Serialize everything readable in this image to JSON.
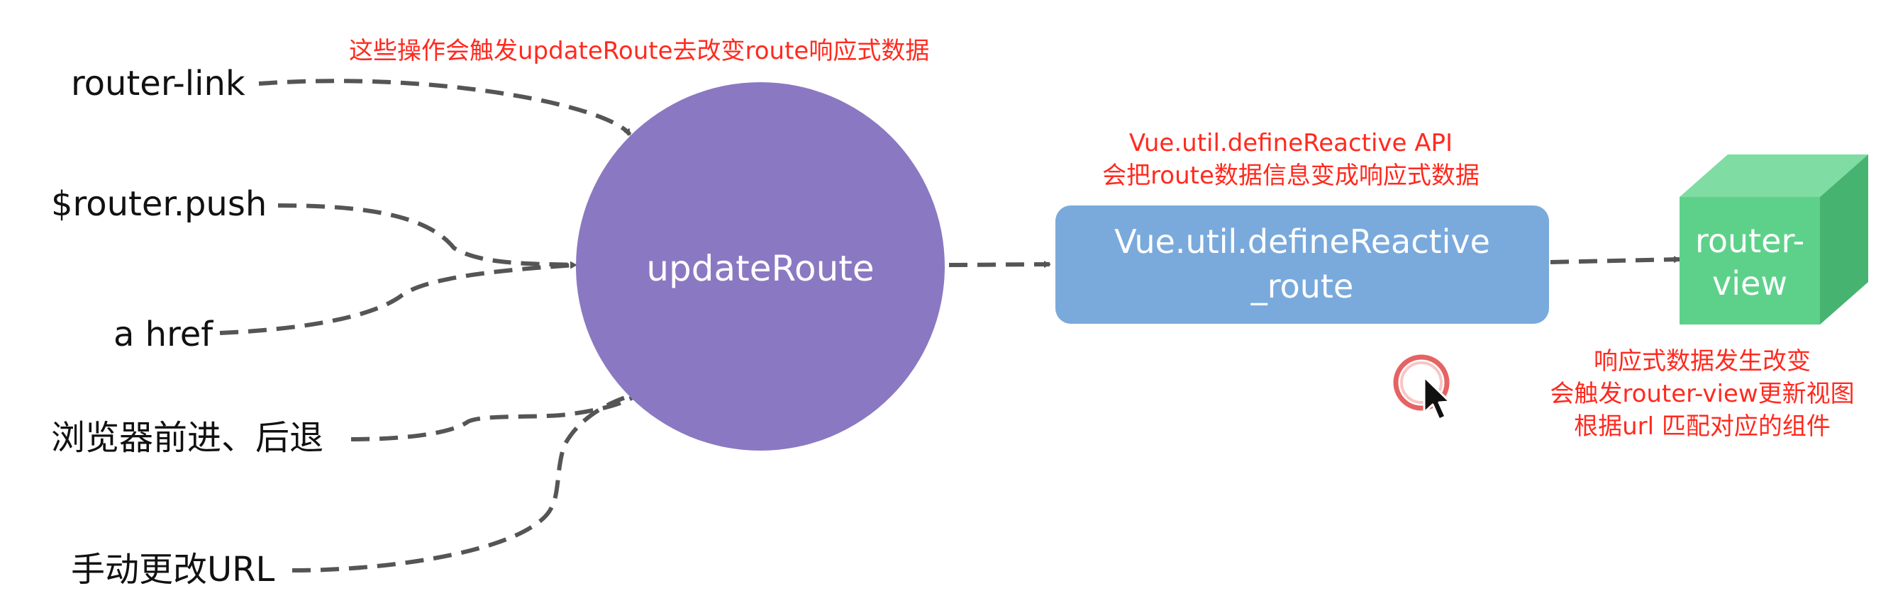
{
  "sources": [
    {
      "id": "router-link",
      "label": "router-link"
    },
    {
      "id": "router-push",
      "label": "$router.push"
    },
    {
      "id": "a-href",
      "label": "a href"
    },
    {
      "id": "browser-nav",
      "label": "浏览器前进、后退"
    },
    {
      "id": "manual-url",
      "label": "手动更改URL"
    }
  ],
  "nodes": {
    "update_route": {
      "label": "updateRoute"
    },
    "define_reactive": {
      "line1": "Vue.util.defineReactive",
      "line2": "_route"
    },
    "router_view": {
      "line1": "router-",
      "line2": "view"
    }
  },
  "notes": {
    "top": "这些操作会触发updateRoute去改变route响应式数据",
    "middle_line1": "Vue.util.defineReactive API",
    "middle_line2": "会把route数据信息变成响应式数据",
    "right_line1": "响应式数据发生改变",
    "right_line2": "会触发router-view更新视图",
    "right_line3": "根据url 匹配对应的组件"
  },
  "colors": {
    "circle": "#8b78c2",
    "box": "#7aaadc",
    "cube_front": "#5dd18a",
    "cube_top": "#7fdca3",
    "cube_side": "#46b470",
    "note": "#ff2a1f",
    "arrow": "#555555",
    "cursor_ring": "#e04848"
  },
  "cursor": {
    "icon": "mouse-pointer-icon"
  }
}
